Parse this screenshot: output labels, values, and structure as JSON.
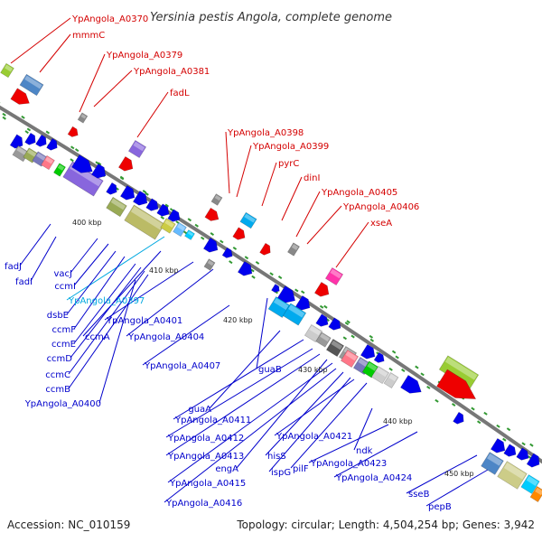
{
  "title": "Yersinia pestis Angola, complete genome",
  "footer": {
    "accession": "Accession: NC_010159",
    "topology": "Topology: circular; Length: 4,504,254 bp; Genes: 3,942"
  },
  "colors": {
    "backbone": "#777777",
    "label_top": "#d40000",
    "label_bottom": "#0000cc",
    "label_highlight": "#00a8e0",
    "tick": "#339933"
  },
  "ticks": [
    {
      "label": "400 kbp",
      "t": 0.19
    },
    {
      "label": "410 kbp",
      "t": 0.355
    },
    {
      "label": "420 kbp",
      "t": 0.52
    },
    {
      "label": "430 kbp",
      "t": 0.685
    },
    {
      "label": "440 kbp",
      "t": 0.85
    },
    {
      "label": "450 kbp",
      "t": 1.0
    }
  ],
  "top_labels": [
    "YpAngola_A0370",
    "mmmC",
    "YpAngola_A0379",
    "YpAngola_A0381",
    "fadL",
    "YpAngola_A0398",
    "YpAngola_A0399",
    "pyrC",
    "dinI",
    "YpAngola_A0405",
    "YpAngola_A0406",
    "xseA"
  ],
  "bottom_labels": [
    "fadJ",
    "fadI",
    "vacJ",
    "ccmI",
    "YpAngola_A0397",
    "dsbE",
    "ccmF",
    "ccmE",
    "ccmA",
    "YpAngola_A0401",
    "ccmD",
    "YpAngola_A0404",
    "ccmC",
    "ccmB",
    "YpAngola_A0407",
    "YpAngola_A0400",
    "guaB",
    "guaA",
    "YpAngola_A0411",
    "YpAngola_A0412",
    "YpAngola_A0413",
    "engA",
    "YpAngola_A0415",
    "YpAngola_A0416",
    "hisS",
    "ispG",
    "YpAngola_A0421",
    "pilF",
    "YpAngola_A0423",
    "ndk",
    "YpAngola_A0424",
    "sseB",
    "pepB"
  ]
}
